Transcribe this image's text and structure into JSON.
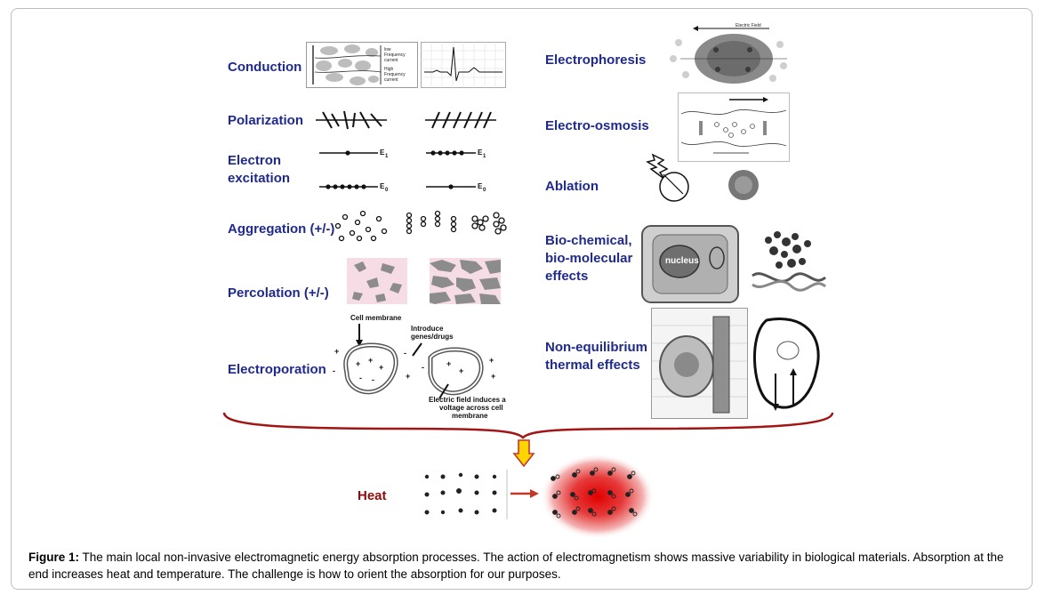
{
  "labels": {
    "conduction": "Conduction",
    "polarization": "Polarization",
    "electron_excitation_1": "Electron",
    "electron_excitation_2": "excitation",
    "aggregation": "Aggregation (+/-)",
    "percolation": "Percolation (+/-)",
    "electroporation": "Electroporation",
    "electrophoresis": "Electrophoresis",
    "electro_osmosis": "Electro-osmosis",
    "ablation": "Ablation",
    "biochem_1": "Bio-chemical,",
    "biochem_2": "bio-molecular",
    "biochem_3": "effects",
    "nonequilibrium_1": "Non-equilibrium",
    "nonequilibrium_2": "thermal effects",
    "heat": "Heat"
  },
  "annotations": {
    "cell_membrane": "Cell membrane",
    "introduce_1": "Introduce",
    "introduce_2": "genes/drugs",
    "efield_1": "Electric field induces a",
    "efield_2": "voltage across cell",
    "efield_3": "membrane",
    "electric_field": "Electric Field",
    "e1": "E",
    "e0": "E",
    "sub1": "1",
    "sub0": "0",
    "nucleus": "nucleus"
  },
  "caption": {
    "label": "Figure 1:",
    "text": " The main local non-invasive electromagnetic energy absorption processes. The action of electromagnetism shows massive variability in biological materials. Absorption at the end increases heat and temperature. The challenge is how to orient the absorption for our purposes."
  },
  "colors": {
    "label_blue": "#1f2a8c",
    "heat_red": "#8b0d0d",
    "brace": "#a31515",
    "arrow_fill": "#ffd400",
    "percolation_bg": "#f6dce4"
  }
}
